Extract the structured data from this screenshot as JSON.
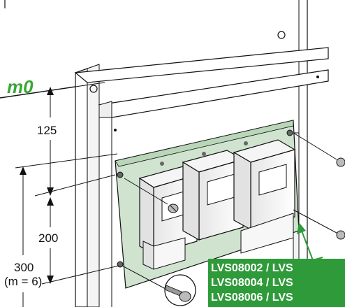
{
  "diagram": {
    "m_label": "m0",
    "dim_125": "125",
    "dim_200": "200",
    "dim_300": "300",
    "dim_300_note": "(m = 6)",
    "refs": [
      "LVS08002 / LVS",
      "LVS08004 / LVS",
      "LVS08006 / LVS"
    ]
  },
  "colors": {
    "accent_green": "#3aa635",
    "plate_green": "#cfe3cf",
    "label_bg": "#2f9a3a"
  }
}
